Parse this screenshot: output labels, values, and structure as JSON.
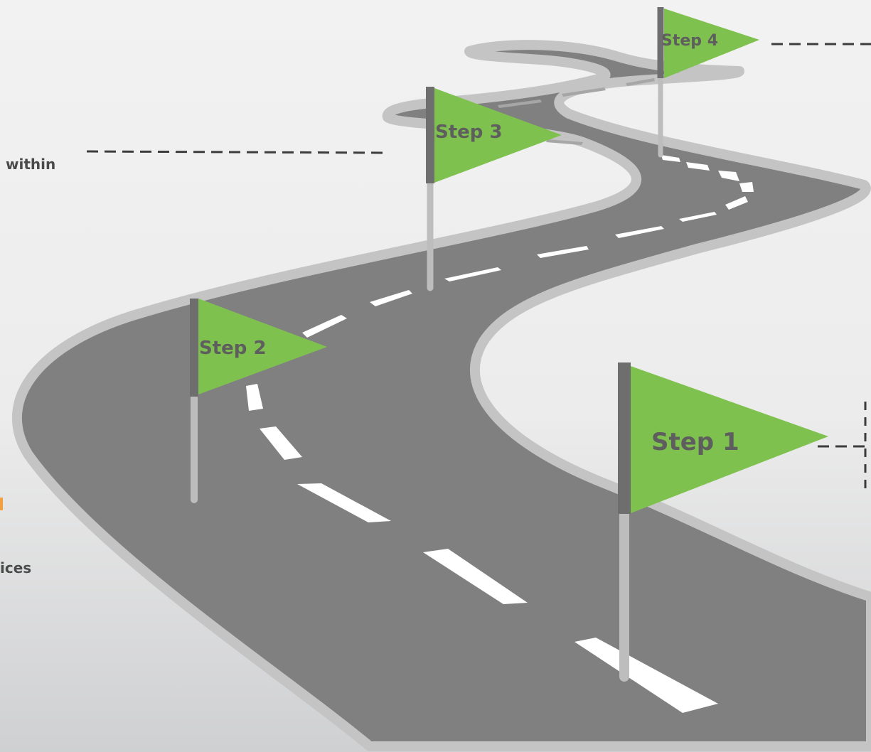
{
  "steps": [
    {
      "label": "Step 1"
    },
    {
      "label": "Step 2"
    },
    {
      "label": "Step 3"
    },
    {
      "label": "Step 4"
    }
  ],
  "side_text": {
    "within": "within",
    "ices": "ices"
  },
  "colors": {
    "road": "#808080",
    "road_border": "#c4c4c4",
    "lane_marking": "#ffffff",
    "flag": "#7fc14f",
    "pole_dark": "#6e6e6e",
    "pole_light": "#bdbdbd",
    "label": "#5e5e5e",
    "accent_orange": "#f0a040"
  },
  "icons": {
    "flag": "pennant-flag-icon",
    "road": "winding-road"
  }
}
